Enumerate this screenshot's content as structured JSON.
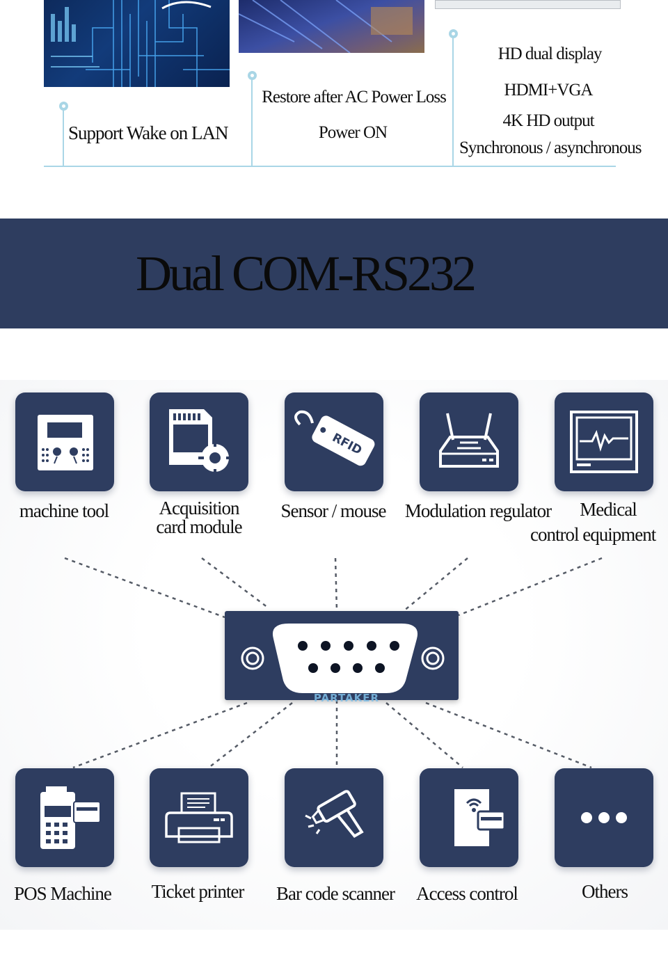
{
  "features": {
    "wake_on_lan": "Support Wake on LAN",
    "ac_restore": "Restore after AC Power Loss",
    "power_on": "Power ON",
    "hd_dual_display": "HD dual display",
    "hdmi_vga": "HDMI+VGA",
    "hd_output": "4K HD output",
    "sync_mode": "Synchronous / asynchronous"
  },
  "banner": {
    "title": "Dual COM-RS232",
    "background_color": "#2e3d5f"
  },
  "applications": {
    "top": [
      {
        "icon": "machine-tool-icon",
        "label": "machine tool"
      },
      {
        "icon": "sd-card-gear-icon",
        "label_line1": "Acquisition",
        "label_line2": "card module"
      },
      {
        "icon": "rfid-tag-icon",
        "label": "Sensor / mouse"
      },
      {
        "icon": "router-icon",
        "label": "Modulation regulator"
      },
      {
        "icon": "heart-monitor-icon",
        "label_line1": "Medical",
        "label_line2": "control equipment"
      }
    ],
    "bottom": [
      {
        "icon": "pos-terminal-icon",
        "label": "POS Machine"
      },
      {
        "icon": "printer-icon",
        "label": "Ticket printer"
      },
      {
        "icon": "barcode-scanner-icon",
        "label": "Bar code scanner"
      },
      {
        "icon": "access-card-icon",
        "label": "Access control"
      },
      {
        "icon": "more-dots-icon",
        "label": "Others"
      }
    ],
    "tile_color": "#2e3d60"
  },
  "connector": {
    "icon": "db9-serial-connector-icon",
    "watermark": "PARTAKER"
  }
}
